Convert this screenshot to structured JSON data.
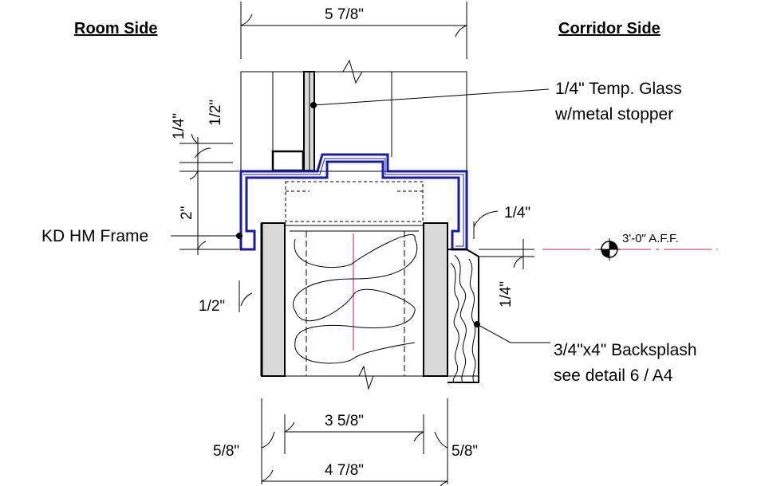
{
  "headers": {
    "left": "Room Side",
    "right": "Corridor Side"
  },
  "dimensions": {
    "top_width": "5 7/8\"",
    "quarter_top": "1/4\"",
    "half_top": "1/2\"",
    "two_inch": "2\"",
    "quarter_right": "1/4\"",
    "quarter_right_lower": "1/4\"",
    "half_left": "1/2\"",
    "stud": "3 5/8\"",
    "overall": "4 7/8\"",
    "left_board": "5/8\"",
    "right_board": "5/8\""
  },
  "callouts": {
    "glass_line1": "1/4\" Temp. Glass",
    "glass_line2": "w/metal stopper",
    "frame": "KD HM Frame",
    "backsplash_line1": "3/4\"x4\" Backsplash",
    "backsplash_line2": "see detail 6 / A4",
    "elevation": "3'-0\" A.F.F."
  },
  "colors": {
    "frame_blue": "#1a1aa8",
    "elevation_line": "#c0206a",
    "gypsum_fill": "#d9d9d9",
    "stroke": "#000000"
  }
}
